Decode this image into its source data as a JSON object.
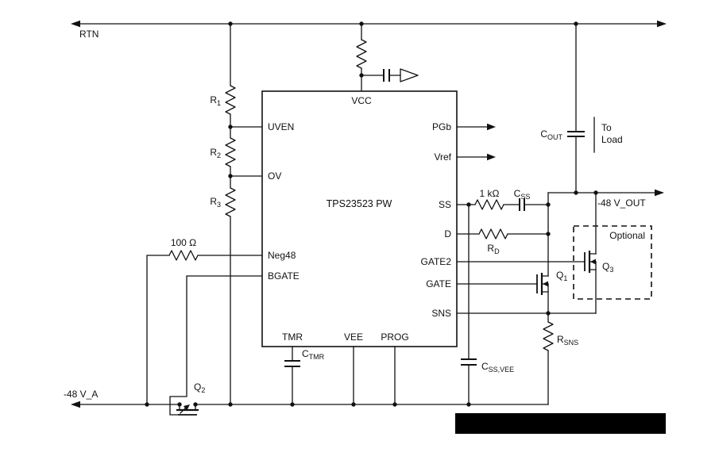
{
  "diagram": {
    "rtn_label": "RTN",
    "in_label": "-48 V_A",
    "out_label": "-48 V_OUT",
    "to_line1": "To",
    "to_line2": "Load",
    "optional": "Optional"
  },
  "ic": {
    "name": "TPS23523 PW",
    "pins": {
      "vcc": "VCC",
      "uven": "UVEN",
      "ov": "OV",
      "neg48": "Neg48",
      "bgate": "BGATE",
      "pgb": "PGb",
      "vref": "Vref",
      "ss": "SS",
      "d": "D",
      "gate2": "GATE2",
      "gate": "GATE",
      "sns": "SNS",
      "tmr": "TMR",
      "vee": "VEE",
      "prog": "PROG"
    }
  },
  "components": {
    "r1": {
      "name": "R",
      "sub": "1"
    },
    "r2": {
      "name": "R",
      "sub": "2"
    },
    "r3": {
      "name": "R",
      "sub": "3"
    },
    "r100": {
      "name": "100 Ω"
    },
    "r1k": {
      "name": "1 kΩ"
    },
    "css": {
      "name": "C",
      "sub": "SS"
    },
    "rd": {
      "name": "R",
      "sub": "D"
    },
    "cout": {
      "name": "C",
      "sub": "OUT"
    },
    "ctmr": {
      "name": "C",
      "sub": "TMR"
    },
    "css_vee": {
      "name": "C",
      "sub": "SS,VEE"
    },
    "rsns": {
      "name": "R",
      "sub": "SNS"
    },
    "q1": {
      "name": "Q",
      "sub": "1"
    },
    "q2": {
      "name": "Q",
      "sub": "2"
    },
    "q3": {
      "name": "Q",
      "sub": "3"
    }
  }
}
